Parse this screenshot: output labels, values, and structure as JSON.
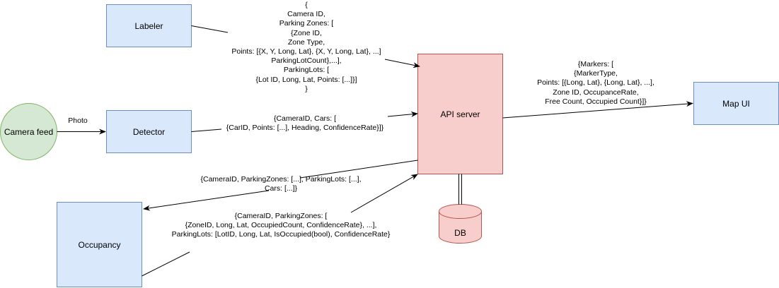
{
  "colors": {
    "blue_fill": "#dae8fc",
    "blue_stroke": "#6c8ebf",
    "green_fill": "#d5e8d4",
    "green_stroke": "#82b366",
    "red_fill": "#f8cecc",
    "red_stroke": "#b85450",
    "edge": "#000000"
  },
  "nodes": {
    "labeler": "Labeler",
    "camera_feed": "Camera feed",
    "detector": "Detector",
    "api_server": "API server",
    "map_ui": "Map UI",
    "occupancy": "Occupancy",
    "db": "DB"
  },
  "edges": {
    "photo": "Photo",
    "labeler_to_api": [
      "{",
      "Camera ID,",
      "Parking Zones: [",
      "{Zone ID,",
      "Zone Type,",
      "Points: [{X, Y, Long, Lat}, {X, Y, Long, Lat}, ...]",
      "ParkingLotCount},...],",
      "ParkingLots: [",
      "{Lot ID, Long, Lat, Points: [...]}]",
      "}"
    ],
    "detector_to_api": [
      "{CameraID, Cars: [",
      "{CarID, Points: [...], Heading, ConfidenceRate}]}"
    ],
    "api_to_map": [
      "{Markers: [",
      "{MarkerType,",
      "Points: [{Long, Lat}, {Long, Lat}, ...],",
      "Zone ID, OccupanceRate,",
      "Free Count, Occupied Count}]}"
    ],
    "api_to_occupancy": [
      "{CameraID, ParkingZones: [...], ParkingLots: [...],",
      "Cars: [...]}"
    ],
    "occupancy_to_api": [
      "{CameraID, ParkingZones: [",
      "{ZoneID, Long, Lat, OccupiedCount, ConfidenceRate}, ...],",
      "ParkingLots: [LotID, Long, Lat, IsOccupied(bool), ConfidenceRate}"
    ]
  }
}
